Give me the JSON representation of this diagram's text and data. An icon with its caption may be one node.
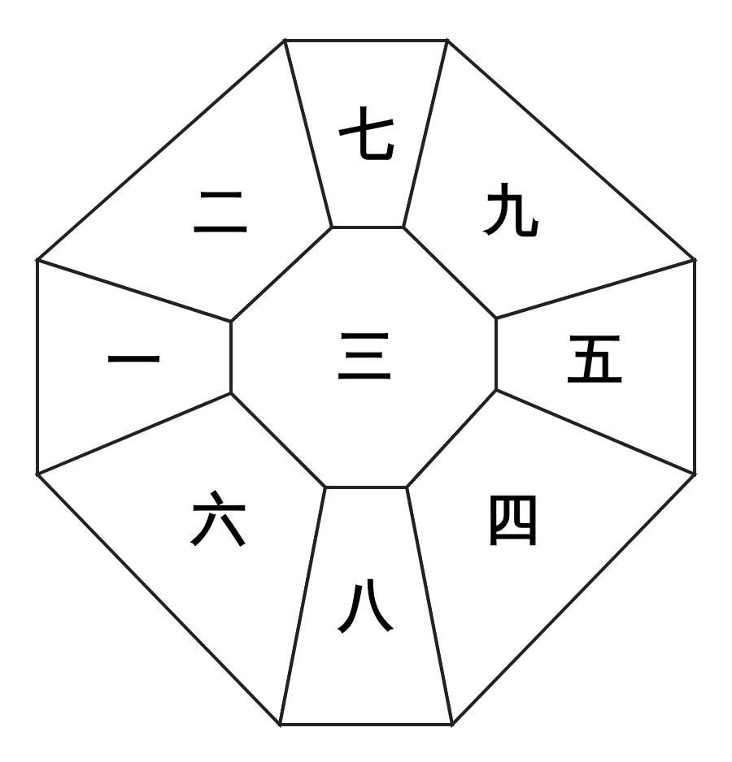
{
  "diagram": {
    "nodes": [
      {
        "text": [
          "七"
        ]
      },
      {
        "text": [
          "二"
        ]
      },
      {
        "text": [
          "九"
        ]
      },
      {
        "text": [
          "一"
        ]
      },
      {
        "text": [
          "三"
        ]
      },
      {
        "text": [
          "五"
        ]
      },
      {
        "text": [
          "六"
        ]
      },
      {
        "text": [
          "四"
        ]
      },
      {
        "text": [
          "八"
        ]
      }
    ]
  }
}
